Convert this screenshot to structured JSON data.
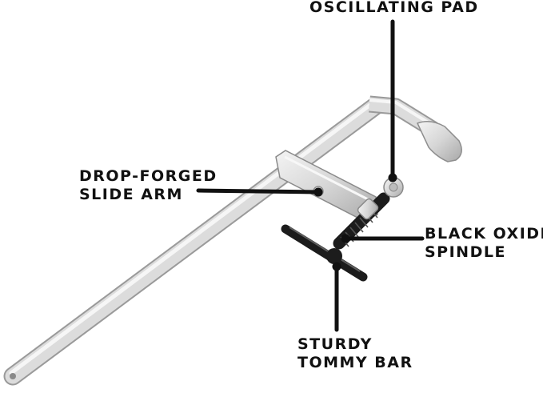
{
  "image": {
    "subject": "clamp-diagram",
    "colors": {
      "steel": "#d9d9d9",
      "steel_highlight": "#f5f5f5",
      "steel_shadow": "#9a9a9a",
      "black_part": "#1c1c1c",
      "leader_line": "#111111",
      "label_text": "#111111",
      "background": "#ffffff"
    }
  },
  "callouts": {
    "oscillating_pad": {
      "lines": [
        "OSCILLATING PAD"
      ]
    },
    "slide_arm": {
      "lines": [
        "DROP-FORGED",
        "SLIDE ARM"
      ]
    },
    "spindle": {
      "lines": [
        "BLACK OXIDE",
        "SPINDLE"
      ]
    },
    "tommy_bar": {
      "lines": [
        "STURDY",
        "TOMMY BAR"
      ]
    }
  }
}
